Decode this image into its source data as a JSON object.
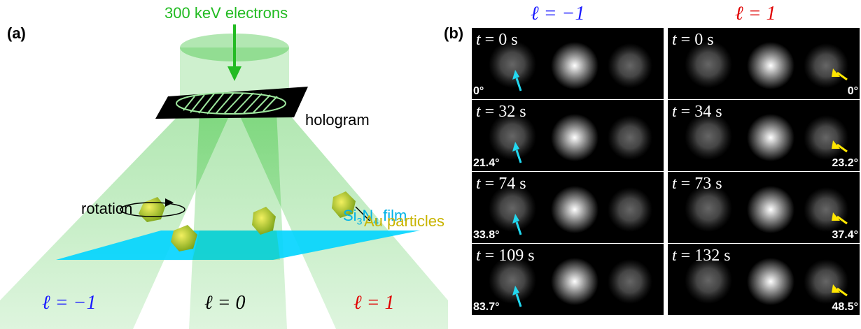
{
  "panel_a": {
    "label": "(a)",
    "electrons_label": "300 keV electrons",
    "hologram_label": "hologram",
    "film_label_main": "Si",
    "film_sub1": "3",
    "film_mid": "N",
    "film_sub2": "4",
    "film_suffix": " film",
    "rotation_label": "rotation",
    "au_label": "Au particles",
    "beams": [
      {
        "text": "ℓ = −1",
        "color": "#1a1aff"
      },
      {
        "text": "ℓ = 0",
        "color": "#000000"
      },
      {
        "text": "ℓ = 1",
        "color": "#e00000"
      }
    ],
    "colors": {
      "beam_green": "#22bb22",
      "film_cyan": "#00d4ff",
      "au_yellow": "#c8b400"
    }
  },
  "panel_b": {
    "label": "(b)",
    "col_left": {
      "text": "ℓ = −1",
      "color": "#1a1aff"
    },
    "col_right": {
      "text": "ℓ = 1",
      "color": "#e00000"
    },
    "left_frames": [
      {
        "t_label": "t",
        "t_value": " = 0 s",
        "angle": "0°",
        "arrow": "cyan"
      },
      {
        "t_label": "t",
        "t_value": " = 32 s",
        "angle": "21.4°",
        "arrow": "cyan"
      },
      {
        "t_label": "t",
        "t_value": " = 74 s",
        "angle": "33.8°",
        "arrow": "cyan"
      },
      {
        "t_label": "t",
        "t_value": " = 109 s",
        "angle": "83.7°",
        "arrow": "cyan"
      }
    ],
    "right_frames": [
      {
        "t_label": "t",
        "t_value": " = 0 s",
        "angle": "0°",
        "arrow": "yellow"
      },
      {
        "t_label": "t",
        "t_value": " = 34 s",
        "angle": "23.2°",
        "arrow": "yellow"
      },
      {
        "t_label": "t",
        "t_value": " = 73 s",
        "angle": "37.4°",
        "arrow": "yellow"
      },
      {
        "t_label": "t",
        "t_value": " = 132 s",
        "angle": "48.5°",
        "arrow": "yellow"
      }
    ]
  }
}
